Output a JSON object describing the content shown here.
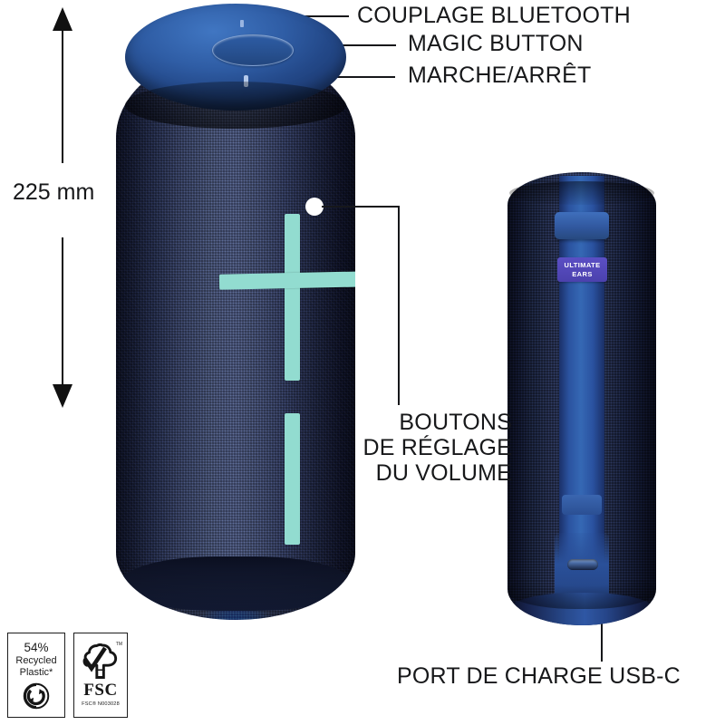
{
  "diagram": {
    "type": "product-callout-diagram",
    "product": "Ultimate Ears portable Bluetooth speaker",
    "language": "fr"
  },
  "callouts": {
    "bluetooth_pairing": "COUPLAGE BLUETOOTH",
    "magic_button": "MAGIC BUTTON",
    "power": "MARCHE/ARRÊT",
    "volume_line1": "BOUTONS",
    "volume_line2": "DE RÉGLAGE",
    "volume_line3": "DU VOLUME",
    "usb_port": "PORT DE CHARGE USB-C"
  },
  "dimension": {
    "height_label": "225 mm"
  },
  "rear": {
    "brand_line1": "ULTIMATE",
    "brand_line2": "EARS"
  },
  "badges": {
    "recycled": {
      "percent": "54%",
      "line2": "Recycled",
      "line3": "Plastic*",
      "icon": "recycle-icon"
    },
    "fsc": {
      "word": "FSC",
      "trademark": "TM",
      "code": "FSC® N003028",
      "icon": "fsc-tree-checkmark-icon"
    }
  },
  "colors": {
    "accent_teal": "#92dcd0",
    "cap_blue": "#2a58a0",
    "body_navy": "#1d2440",
    "brand_purple": "#4b41ad",
    "line_black": "#16171a"
  }
}
